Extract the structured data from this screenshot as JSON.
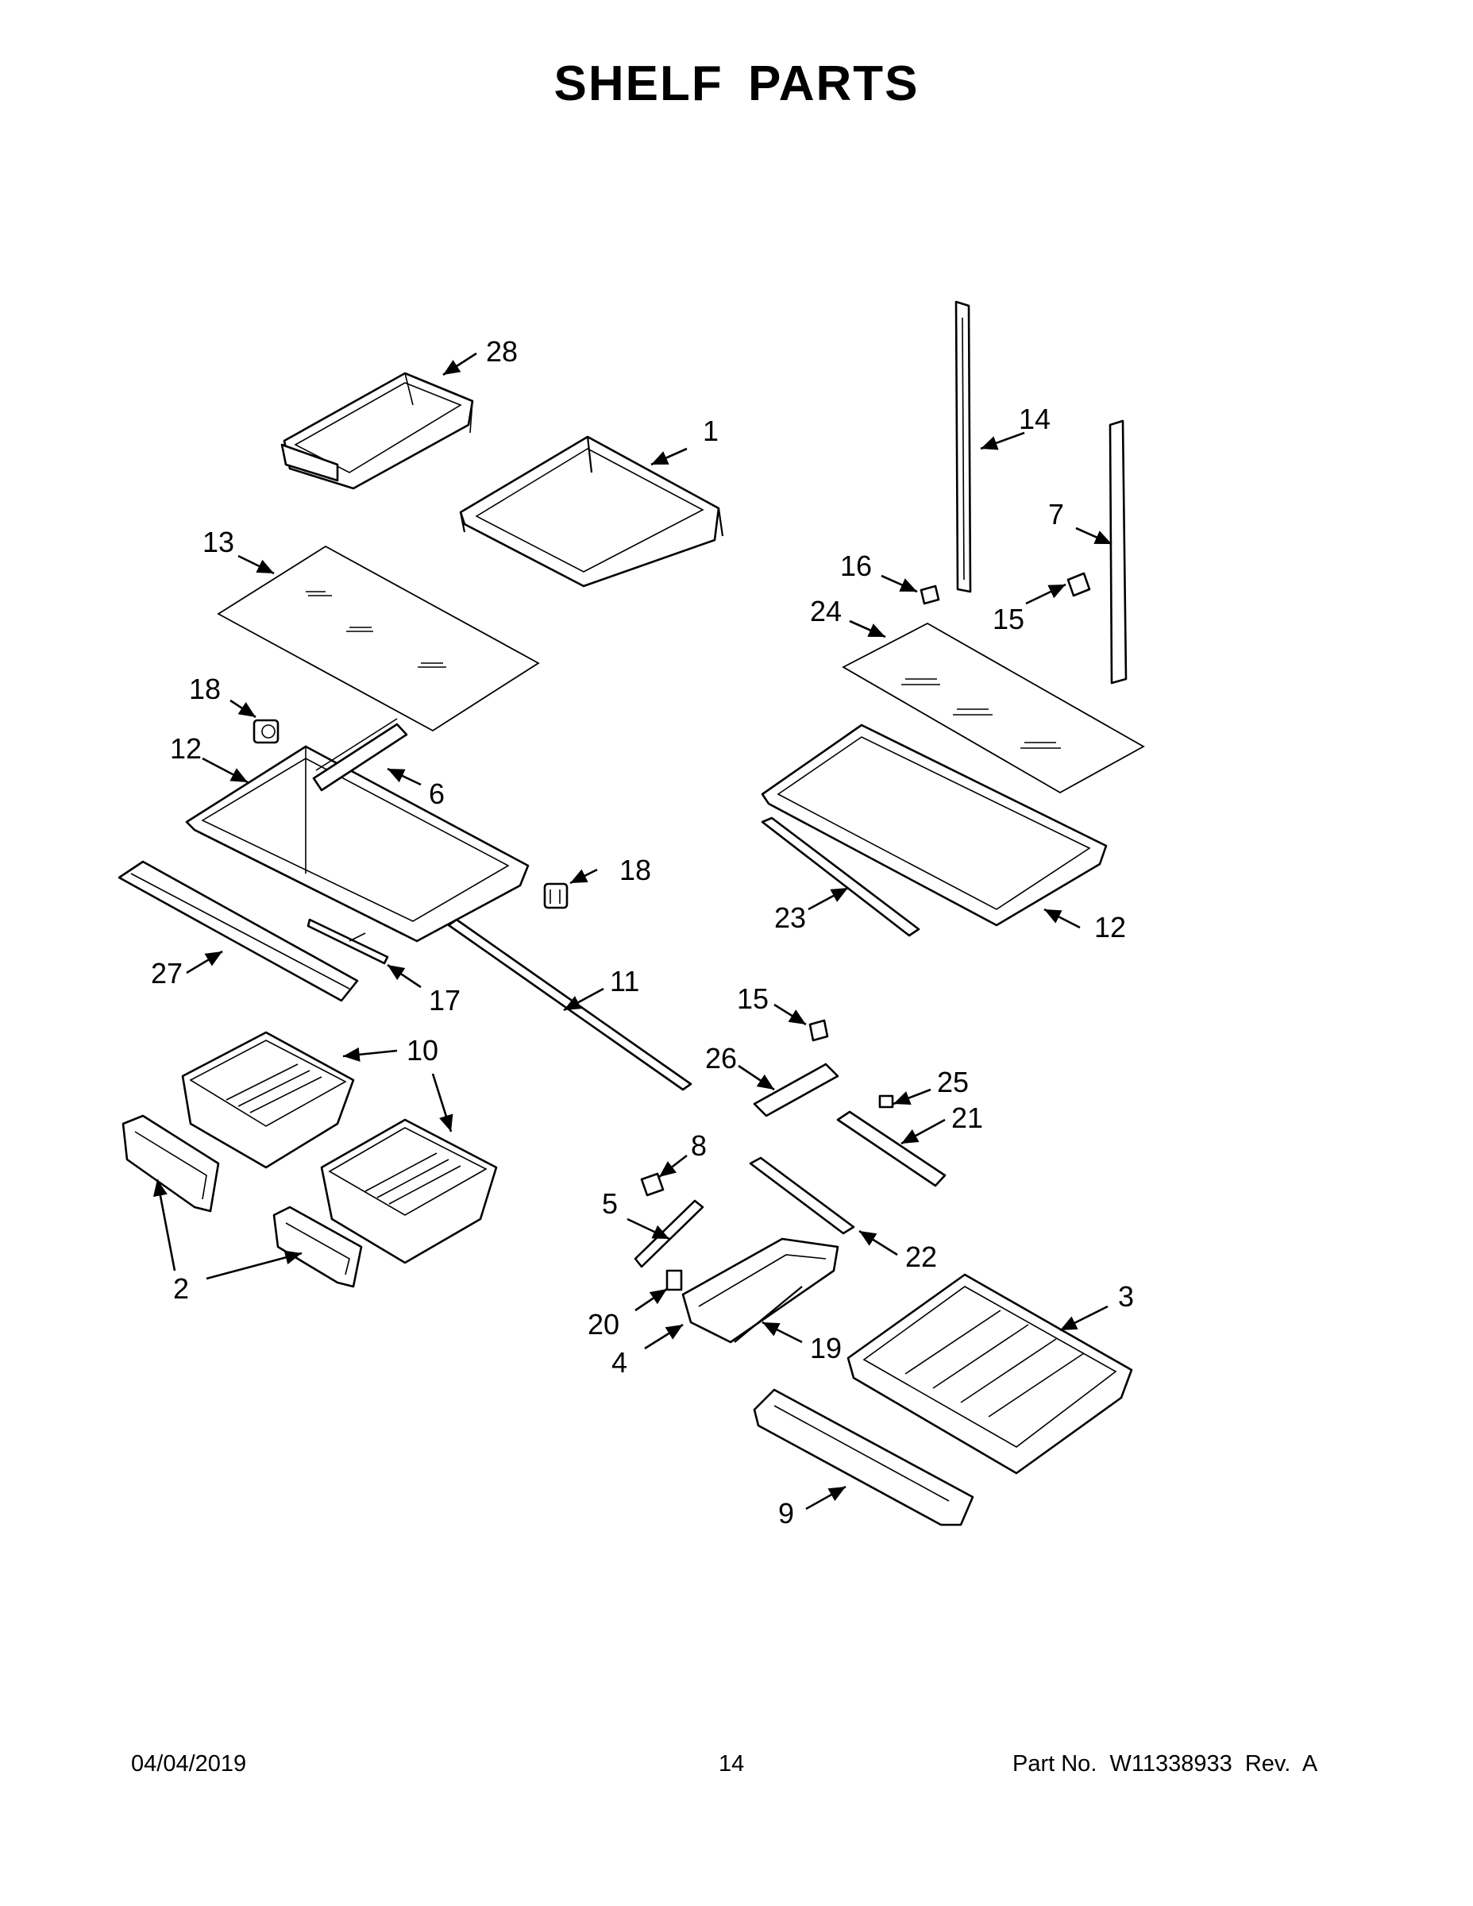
{
  "title": "SHELF PARTS",
  "callouts": {
    "c1": "1",
    "c2": "2",
    "c3": "3",
    "c4": "4",
    "c5": "5",
    "c6": "6",
    "c7": "7",
    "c8": "8",
    "c9": "9",
    "c10": "10",
    "c11": "11",
    "c12a": "12",
    "c12b": "12",
    "c13": "13",
    "c14": "14",
    "c15a": "15",
    "c15b": "15",
    "c16": "16",
    "c17": "17",
    "c18a": "18",
    "c18b": "18",
    "c19": "19",
    "c20": "20",
    "c21": "21",
    "c22": "22",
    "c23": "23",
    "c24": "24",
    "c25": "25",
    "c26": "26",
    "c27": "27",
    "c28": "28"
  },
  "footer": {
    "date": "04/04/2019",
    "page": "14",
    "part_no": "Part No.  W11338933  Rev.  A"
  }
}
